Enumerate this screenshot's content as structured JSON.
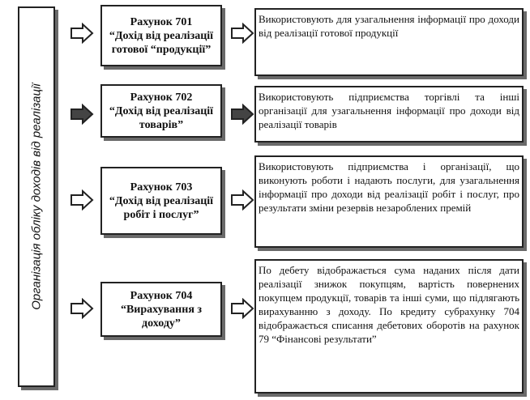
{
  "root": {
    "label": "Організація обліку доходів від реалізації"
  },
  "accounts": [
    {
      "number": "Рахунок 701",
      "name": "“Дохід від реалізації готової “продукції”",
      "description": "Використовують для узагальнення інформації про доходи від реалізації готової продукції"
    },
    {
      "number": "Рахунок 702",
      "name": "“Дохід від реалізації товарів”",
      "description": "Використовують підприємства торгівлі та інші організації для узагальнення інформації про доходи від реалізації товарів"
    },
    {
      "number": "Рахунок 703",
      "name": "“Дохід від реалізації робіт і послуг”",
      "description": "Використовують підприємства і організації, що виконують роботи і надають послуги, для узагальнення інформації про доходи від реалізації робіт і послуг, про результати зміни резервів незароблених премій"
    },
    {
      "number": "Рахунок 704",
      "name": "“Вирахування з доходу”",
      "description": "По дебету відображається сума наданих після дати реалізації знижок покупцям, вартість повернених покупцем продукції, товарів та інші суми, що підлягають вирахуванню з доходу. По кредиту субрахунку 704 відображається списання дебетових оборотів на рахунок 79 “Фінансові результати”"
    }
  ],
  "colors": {
    "border": "#222222",
    "shadow": "#6a6a6a",
    "arrow_dark": "#444444"
  }
}
